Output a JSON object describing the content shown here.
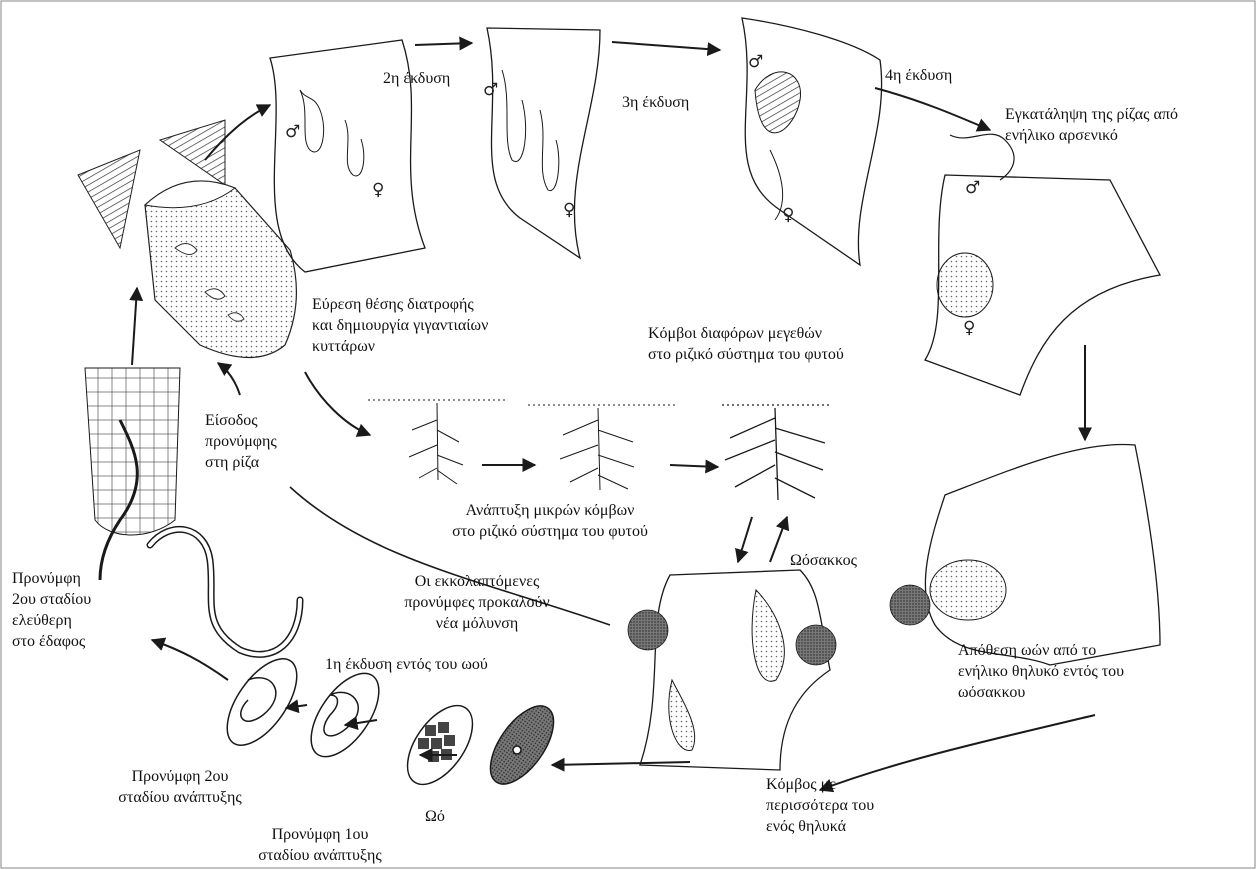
{
  "labels": {
    "molt2": "2η έκδυση",
    "molt3": "3η έκδυση",
    "molt4": "4η έκδυση",
    "male_leave": "Εγκατάληψη της ρίζας από\nενήλικο αρσενικό",
    "feeding_site": "Εύρεση θέσης διατροφής\nκαι δημιουργία γιγαντιαίων\nκυττάρων",
    "galls_various": "Κόμβοι διαφόρων μεγεθών\nστο ριζικό σύστημα του φυτού",
    "entry": "Είσοδος\nπρονύμφης\nστη ρίζα",
    "small_galls": "Ανάπτυξη μικρών κόμβων\nστο ριζικό σύστημα του φυτού",
    "egg_sac": "Ωόσακκος",
    "hatched": "Οι εκκολαπτόμενες\nπρονύμφες προκαλούν\nνέα μόλυνση",
    "j2_free": "Προνύμφη\n2ου σταδίου\nελεύθερη\nστο έδαφος",
    "first_molt": "1η έκδυση εντός του ωού",
    "egg_laying": "Απόθεση ωών από το\nενήλικο θηλυκό εντός του\nωόσακκου",
    "j2_dev": "Προνύμφη 2ου\nσταδίου ανάπτυξης",
    "egg": "Ωό",
    "j1_dev": "Προνύμφη 1ου\nσταδίου ανάπτυξης",
    "gall_females": "Κόμβος με\nπερισσότερα του\nενός θηλυκά"
  },
  "symbols": {
    "male": "♂",
    "female": "♀"
  },
  "colors": {
    "ink": "#1a1a1a",
    "shade": "#555555",
    "border": "#9a9a9a"
  }
}
